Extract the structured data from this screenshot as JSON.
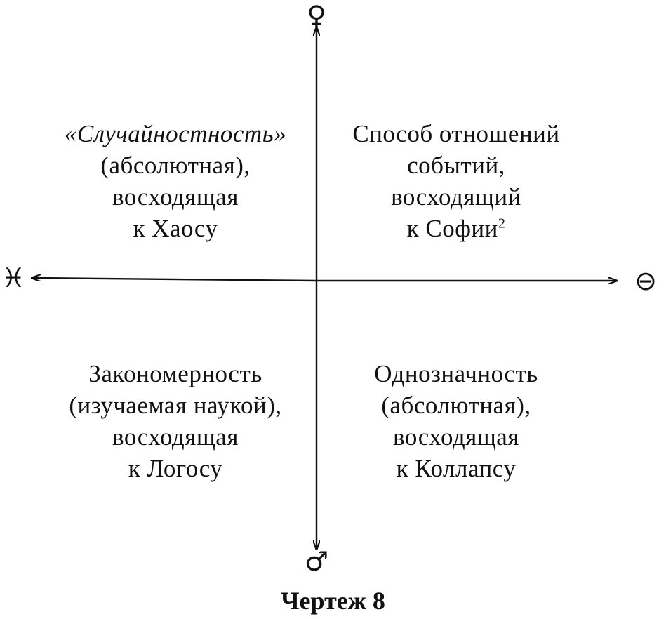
{
  "diagram": {
    "symbols": {
      "top": "♀",
      "bottom": "♂",
      "left": "♓",
      "right": "⊖"
    },
    "quadrants": {
      "top_left": {
        "line1": "«Случайностность»",
        "line2": "(абсолютная),",
        "line3": "восходящая",
        "line4": "к Хаосу"
      },
      "top_right": {
        "line1": "Способ отношений",
        "line2": "событий,",
        "line3": "восходящий",
        "line4": "к Софии",
        "line4_sup": "2"
      },
      "bottom_left": {
        "line1": "Закономерность",
        "line2": "(изучаемая наукой),",
        "line3": "восходящая",
        "line4": "к Логосу"
      },
      "bottom_right": {
        "line1": "Однозначность",
        "line2": "(абсолютная),",
        "line3": "восходящая",
        "line4": "к Коллапсу"
      }
    },
    "caption": "Чертеж 8"
  }
}
